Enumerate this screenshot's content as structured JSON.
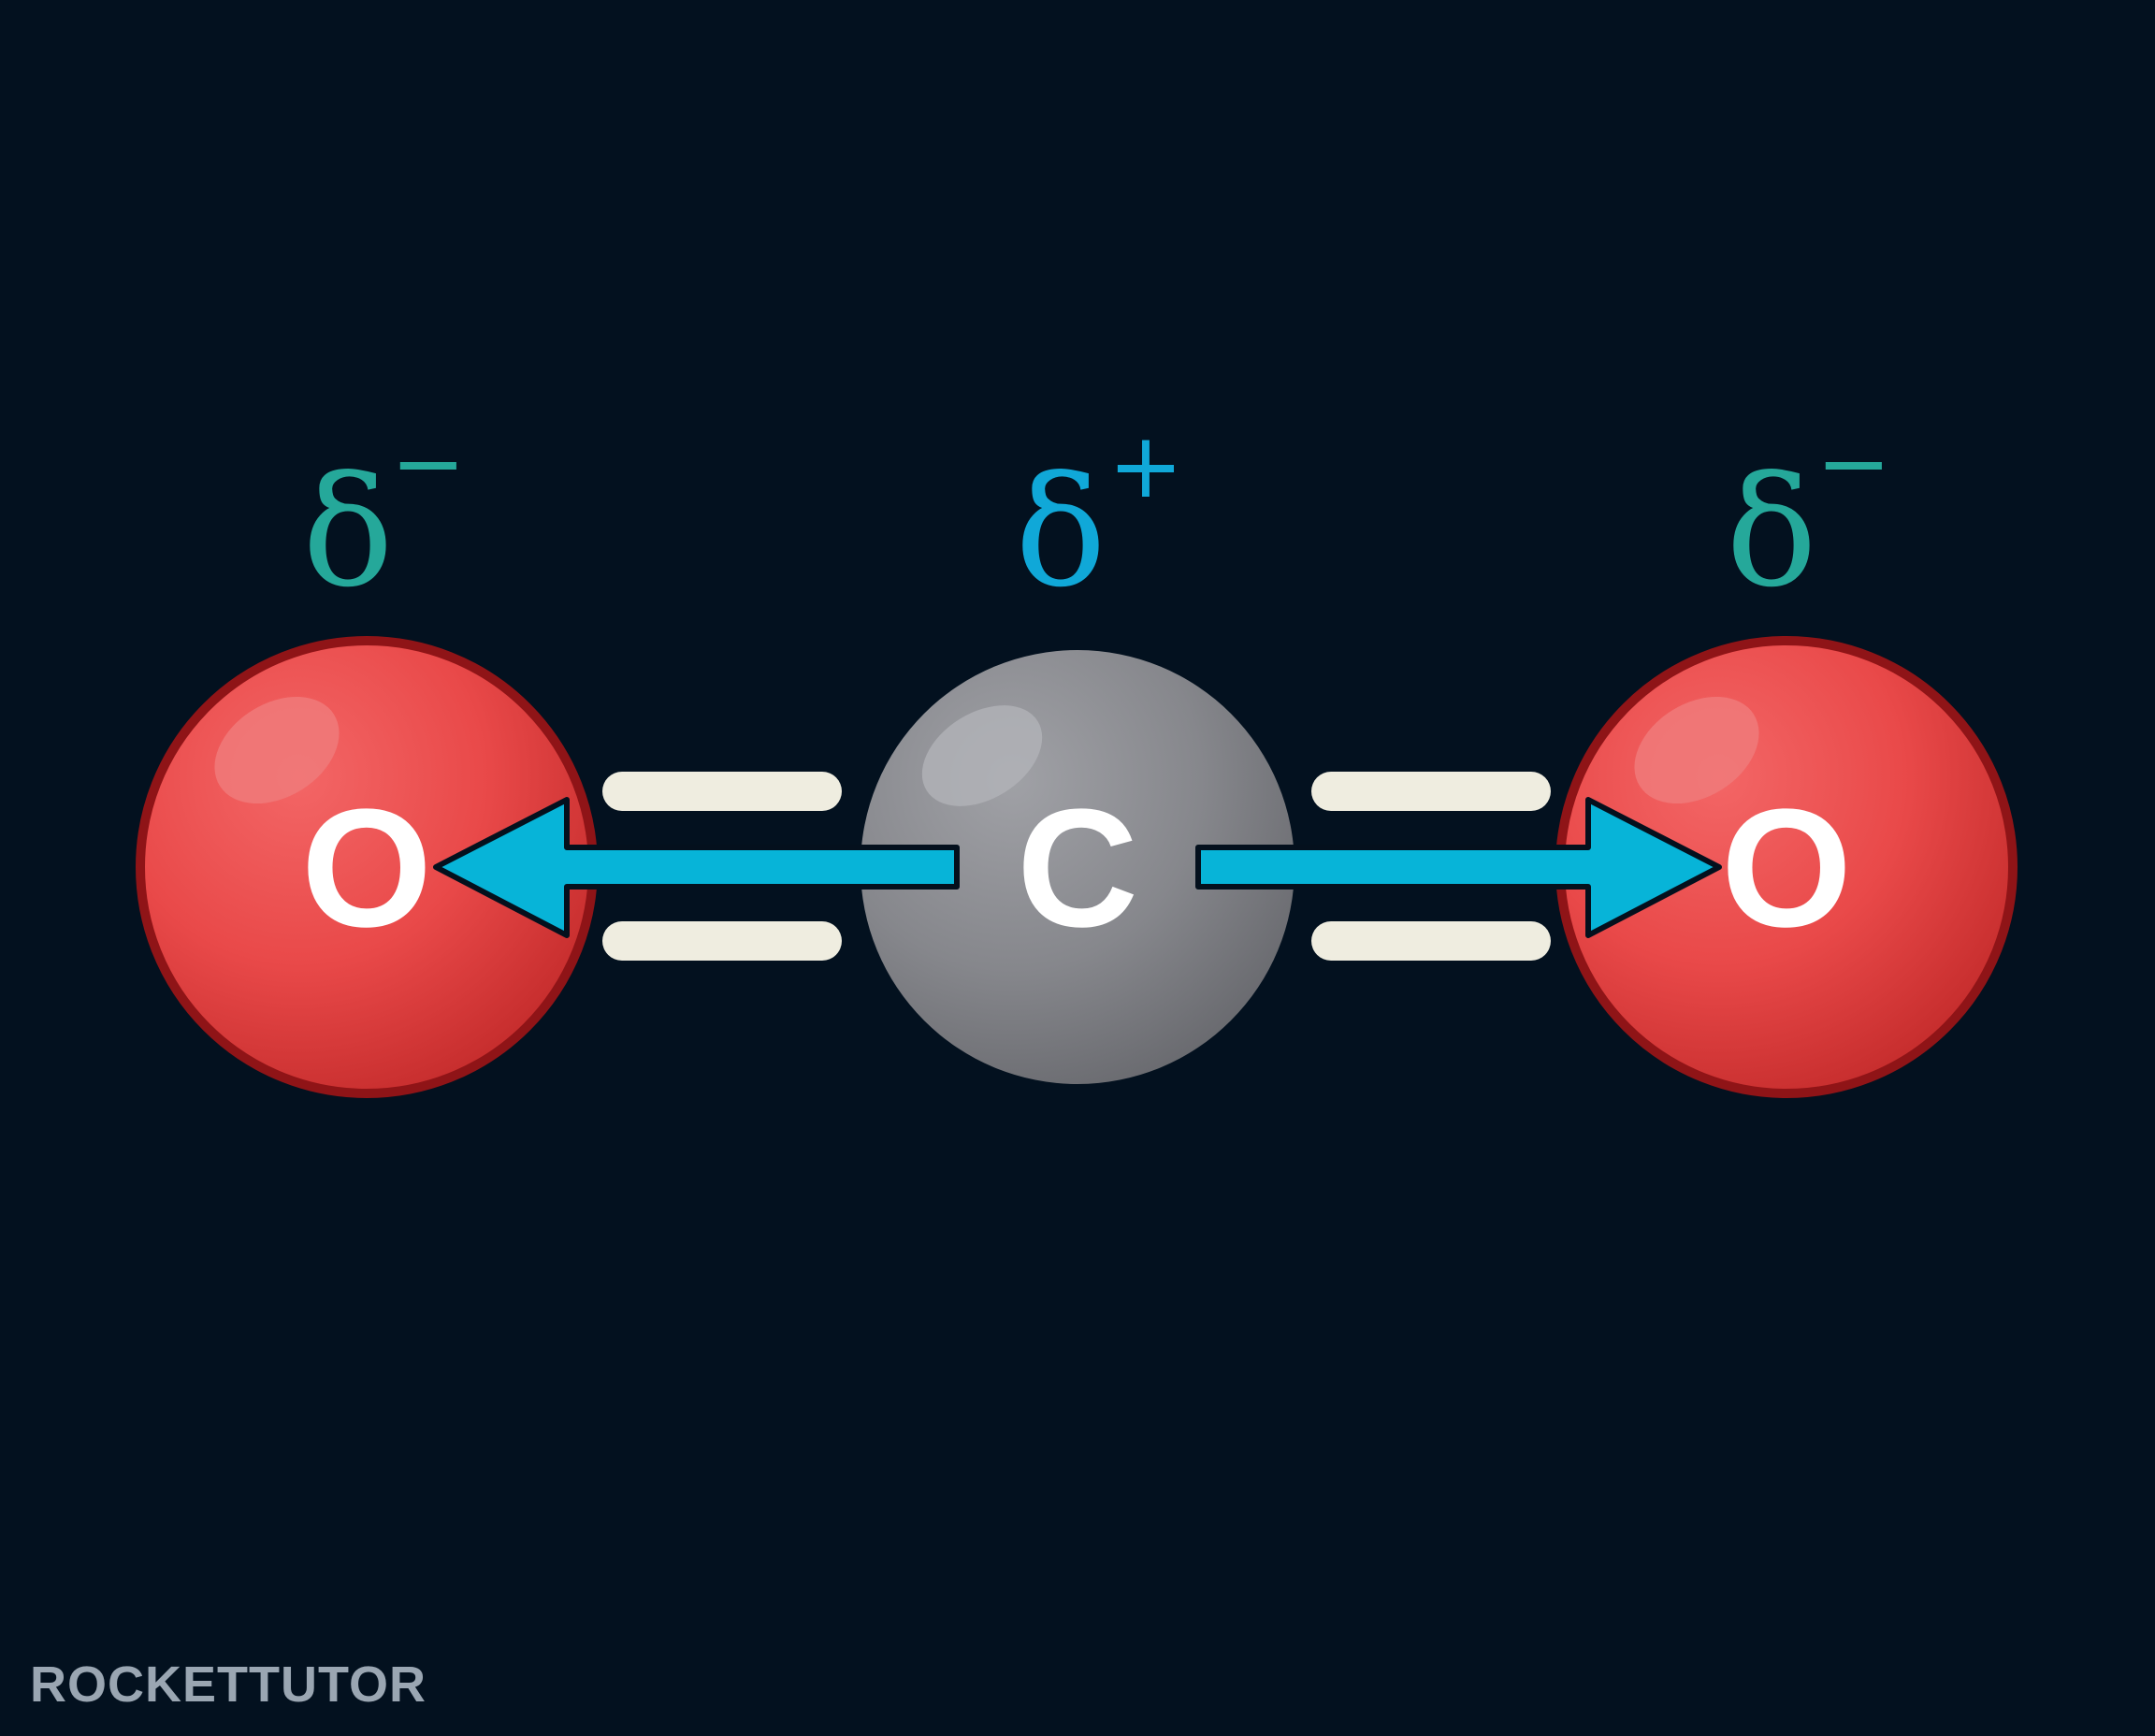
{
  "diagram": {
    "atoms": [
      {
        "symbol": "O",
        "charge_symbol": "δ",
        "charge_sign": "−",
        "charge_color": "#25a89a",
        "fill": "#e84848"
      },
      {
        "symbol": "C",
        "charge_symbol": "δ",
        "charge_sign": "+",
        "charge_color": "#10a8d8",
        "fill": "#85868b"
      },
      {
        "symbol": "O",
        "charge_symbol": "δ",
        "charge_sign": "−",
        "charge_color": "#25a89a",
        "fill": "#e84848"
      }
    ],
    "bonds": [
      {
        "from": "C",
        "to": "O",
        "order": 2,
        "dipole_direction": "toward-O"
      },
      {
        "from": "C",
        "to": "O",
        "order": 2,
        "dipole_direction": "toward-O"
      }
    ],
    "colors": {
      "background": "#03111f",
      "oxygen": "#e84848",
      "oxygen_outline": "#8f1417",
      "carbon": "#85868b",
      "bond_lines": "#efede0",
      "dipole_arrow": "#07b4d8"
    }
  },
  "watermark": {
    "text": "ROCKETTUTOR"
  }
}
